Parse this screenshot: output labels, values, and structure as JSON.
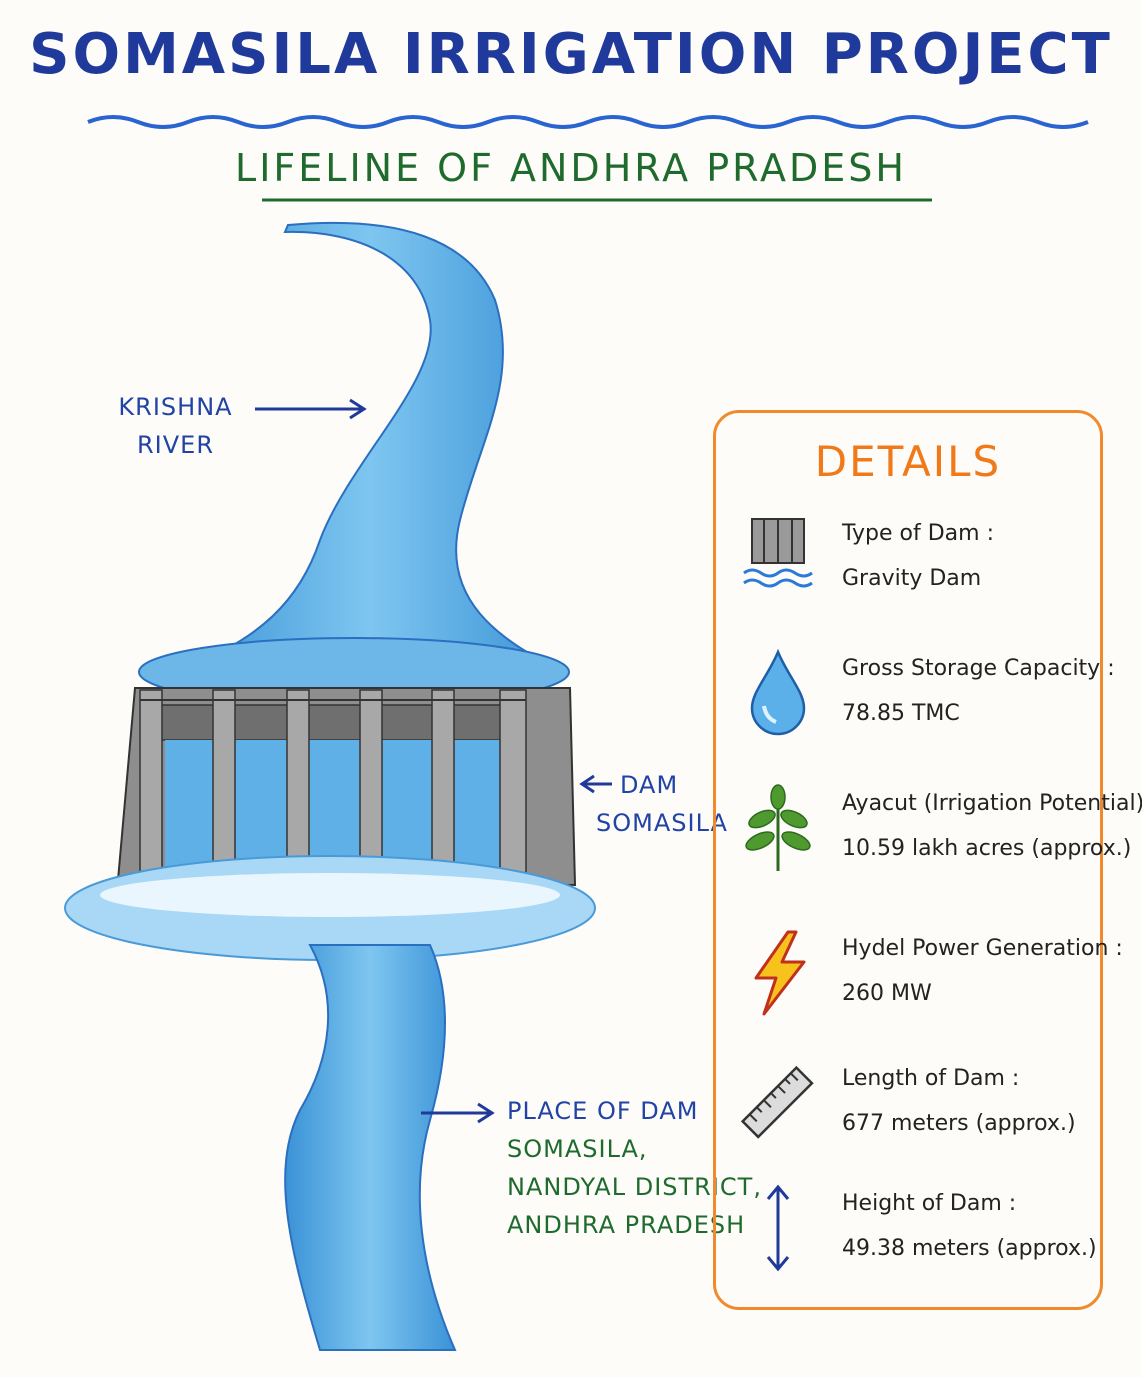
{
  "title": "SOMASILA IRRIGATION PROJECT",
  "subtitle": "LIFELINE OF ANDHRA PRADESH",
  "labels": {
    "river_line1": "KRISHNA",
    "river_line2": "RIVER",
    "dam_line1": "DAM",
    "dam_line2": "SOMASILA",
    "place_heading": "PLACE OF DAM",
    "place_line1": "SOMASILA,",
    "place_line2": "NANDYAL DISTRICT,",
    "place_line3": "ANDHRA PRADESH"
  },
  "details": {
    "heading": "DETAILS",
    "items": [
      {
        "icon": "gravity-dam-icon",
        "label": "Type of Dam :",
        "value": "Gravity Dam"
      },
      {
        "icon": "water-drop-icon",
        "label": "Gross Storage Capacity :",
        "value": "78.85 TMC"
      },
      {
        "icon": "leaf-icon",
        "label": "Ayacut (Irrigation Potential) :",
        "value": "10.59 lakh acres (approx.)"
      },
      {
        "icon": "lightning-icon",
        "label": "Hydel Power Generation :",
        "value": "260 MW"
      },
      {
        "icon": "ruler-icon",
        "label": "Length of Dam :",
        "value": "677 meters (approx.)"
      },
      {
        "icon": "vertical-arrow-icon",
        "label": "Height of Dam :",
        "value": "49.38 meters (approx.)"
      }
    ]
  },
  "colors": {
    "title": "#1f3a9a",
    "subtitle": "#1f6b2e",
    "panel_border": "#f08a2c",
    "water": "#4aa8e0",
    "concrete": "#8e8e8e"
  }
}
